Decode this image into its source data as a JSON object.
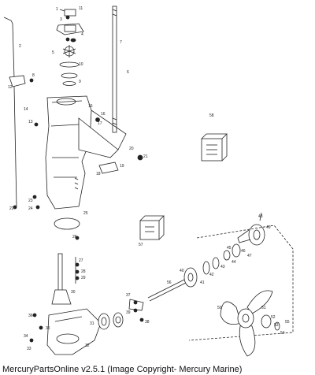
{
  "footer": {
    "text": "MercuryPartsOnline v2.5.1 (Image Copyright- Mercury Marine)"
  },
  "labels": {
    "n1": "1",
    "n2": "2",
    "n3": "3",
    "n4": "4",
    "n5": "5",
    "n6": "6",
    "n7": "7",
    "n8": "8",
    "n9": "9",
    "n10": "10",
    "n11": "11",
    "n12": "12",
    "n13": "13",
    "n14": "14",
    "n15": "15",
    "n16": "16",
    "n17": "17",
    "n18": "18",
    "n19": "19",
    "n20": "20",
    "n21": "21",
    "n22": "22",
    "n23": "23",
    "n24": "24",
    "n25": "25",
    "n26": "26",
    "n27": "27",
    "n28": "28",
    "n29": "29",
    "n30": "30",
    "n31": "31",
    "n32": "32",
    "n33": "33",
    "n34": "34",
    "n35": "35",
    "n36": "36",
    "n37": "37",
    "n38": "38",
    "n39": "39",
    "n40": "40",
    "n41": "41",
    "n42": "42",
    "n43": "43",
    "n44": "44",
    "n45": "45",
    "n46": "46",
    "n47": "47",
    "n48": "48",
    "n49": "49",
    "n50": "50",
    "n51": "51",
    "n52": "52",
    "n53": "53",
    "n54": "54",
    "n55": "55",
    "n56": "56",
    "n57": "57",
    "n58": "58"
  }
}
